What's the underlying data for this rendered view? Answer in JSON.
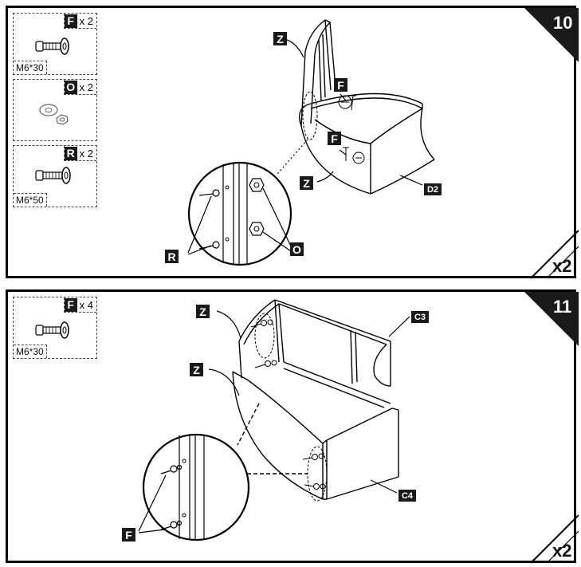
{
  "steps": [
    {
      "number": "10",
      "multiplier": "x2",
      "parts": [
        {
          "letter": "F",
          "qty": "x 2",
          "size": "M6*30",
          "icon": "bolt-with-washer-icon"
        },
        {
          "letter": "O",
          "qty": "x 2",
          "size": "",
          "icon": "washer-and-nut-icon"
        },
        {
          "letter": "R",
          "qty": "x 2",
          "size": "M6*50",
          "icon": "bolt-with-washer-icon"
        }
      ],
      "callouts": [
        "Z",
        "F",
        "F",
        "Z",
        "D2",
        "R",
        "O"
      ]
    },
    {
      "number": "11",
      "multiplier": "x2",
      "parts": [
        {
          "letter": "F",
          "qty": "x 4",
          "size": "M6*30",
          "icon": "bolt-with-washer-icon"
        }
      ],
      "callouts": [
        "Z",
        "Z",
        "C3",
        "C4",
        "F"
      ]
    }
  ]
}
